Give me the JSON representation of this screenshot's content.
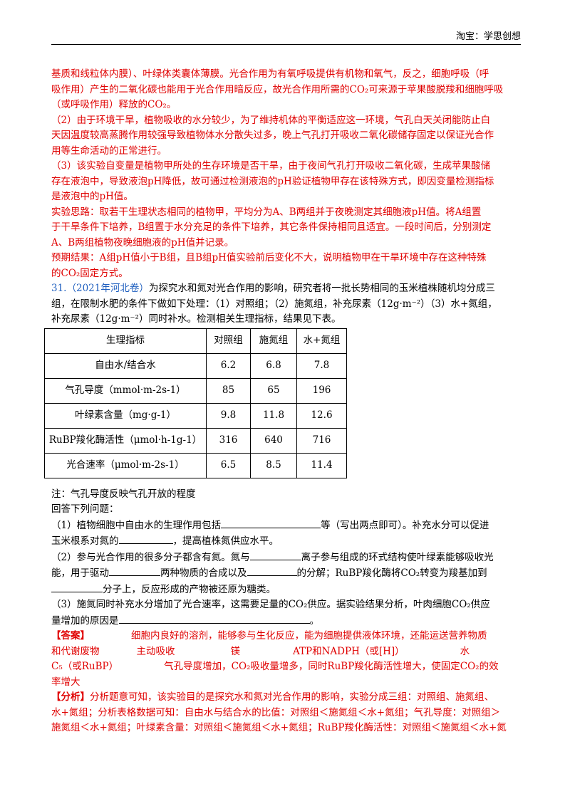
{
  "header": {
    "text": "淘宝：学思创想"
  },
  "prev_solution": {
    "line1": "基质和线粒体内膜）、叶绿体类囊体薄膜。光合作用为有氧呼吸提供有机物和氧气，反之，细胞呼吸（呼",
    "line2": "吸作用）产生的二氧化碳也能用于光合作用暗反应，故光合作用所需的CO₂可来源于苹果酸脱羧和细胞呼吸",
    "line3": "（或呼吸作用）释放的CO₂。",
    "p2_line1": "（2）由于环境干旱，植物吸收的水分较少，为了维持机体的平衡适应这一环境，气孔白天关闭能防止白",
    "p2_line2": "天因温度较高蒸腾作用较强导致植物体水分散失过多，晚上气孔打开吸收二氧化碳储存固定以保证光合作",
    "p2_line3": "用等生命活动的正常进行。",
    "p3_line1": "（3）该实验自变量是植物甲所处的生存环境是否干旱，由于夜间气孔打开吸收二氧化碳，生成苹果酸储",
    "p3_line2": "存在液泡中，导致液泡pH降低，故可通过检测液泡的pH验证植物甲存在该特殊方式，即因变量检测指标",
    "p3_line3": "是液泡中的pH值。",
    "idea_line1": "实验思路：取若干生理状态相同的植物甲，平均分为A、B两组并于夜晚测定其细胞液pH值。将A组置",
    "idea_line2": "于干旱条件下培养，B组置于水分充足的条件下培养，其它条件保持相同且适宜。一段时间后，分别测定",
    "idea_line3": "A、B两组植物夜晚细胞液的pH值并记录。",
    "expect_line1": "预期结果：A组pH值小于B组，且B组pH值实验前后变化不大，说明植物甲在干旱环境中存在这种特殊",
    "expect_line2": "的CO₂固定方式。"
  },
  "question": {
    "number": "31.",
    "source": "（2021年河北卷）",
    "stem_line1": "为探究水和氮对光合作用的影响，研究者将一批长势相同的玉米植株随机均分成三",
    "stem_line2": "组，在限制水肥的条件下做如下处理：（1）对照组；（2）施氮组，补充尿素（12g·m⁻²）（3）水+氮组，",
    "stem_line3": "补充尿素（12g·m⁻²）同时补水。检测相关生理指标，结果见下表。"
  },
  "table": {
    "headers": [
      "生理指标",
      "对照组",
      "施氮组",
      "水+氮组"
    ],
    "rows": [
      [
        "自由水/结合水",
        "6.2",
        "6.8",
        "7.8"
      ],
      [
        "气孔导度（mmol·m-2s-1）",
        "85",
        "65",
        "196"
      ],
      [
        "叶绿素含量（mg·g-1）",
        "9.8",
        "11.8",
        "12.6"
      ],
      [
        "RuBP羧化酶活性（μmol·h-1g-1）",
        "316",
        "640",
        "716"
      ],
      [
        "光合速率（μmol·m-2s-1）",
        "6.5",
        "8.5",
        "11.4"
      ]
    ]
  },
  "note": "注：气孔导度反映气孔开放的程度",
  "prompt": "回答下列问题：",
  "q1": {
    "a": "（1）植物细胞中自由水的生理作用包括",
    "b": "等（写出两点即可）。补充水分可以促进",
    "c": "玉米根系对氮的",
    "d": "，提高植株氮供应水平。"
  },
  "q2": {
    "a": "（2）参与光合作用的很多分子都含有氮。氮与",
    "b": "离子参与组成的环式结构使叶绿素能够吸收光",
    "c": "能，用于驱动",
    "d": "两种物质的合成以及",
    "e": "的分解；RuBP羧化酶将CO₂转变为羧基加到",
    "f": "分子上，反应形成的产物被还原为糖类。"
  },
  "q3": {
    "a": "（3）施氮同时补充水分增加了光合速率，这需要足量的CO₂供应。据实验结果分析，叶肉细胞CO₂供应",
    "b": "量增加的原因是",
    "c": "。"
  },
  "answer": {
    "label": "【答案】",
    "a1": "细胞内良好的溶剂，能够参与生化反应，能为细胞提供液体环境，还能运送营养物质",
    "a1b": "和代谢废物",
    "a2": "主动吸收",
    "a3": "镁",
    "a4": "ATP和NADPH（或[H]）",
    "a5": "水",
    "a6": "C₅（或RuBP）",
    "a7": "气孔导度增加，CO₂吸收量增多，同时RuBP羧化酶活性增大，使固定CO₂的效",
    "a7b": "率增大"
  },
  "analysis": {
    "label": "【分析】",
    "line1": "分析题意可知，该实验目的是探究水和氮对光合作用的影响，实验分成三组：对照组、施氮组、",
    "line2": "水+氮组；分析表格数据可知：自由水与结合水的比值：对照组＜施氮组＜水+氮组；气孔导度：对照组＞",
    "line3": "施氮组＜水+氮组；叶绿素含量：对照组＜施氮组＜水+氮组；RuBP羧化酶活性：对照组＜施氮组＜水+氮"
  }
}
